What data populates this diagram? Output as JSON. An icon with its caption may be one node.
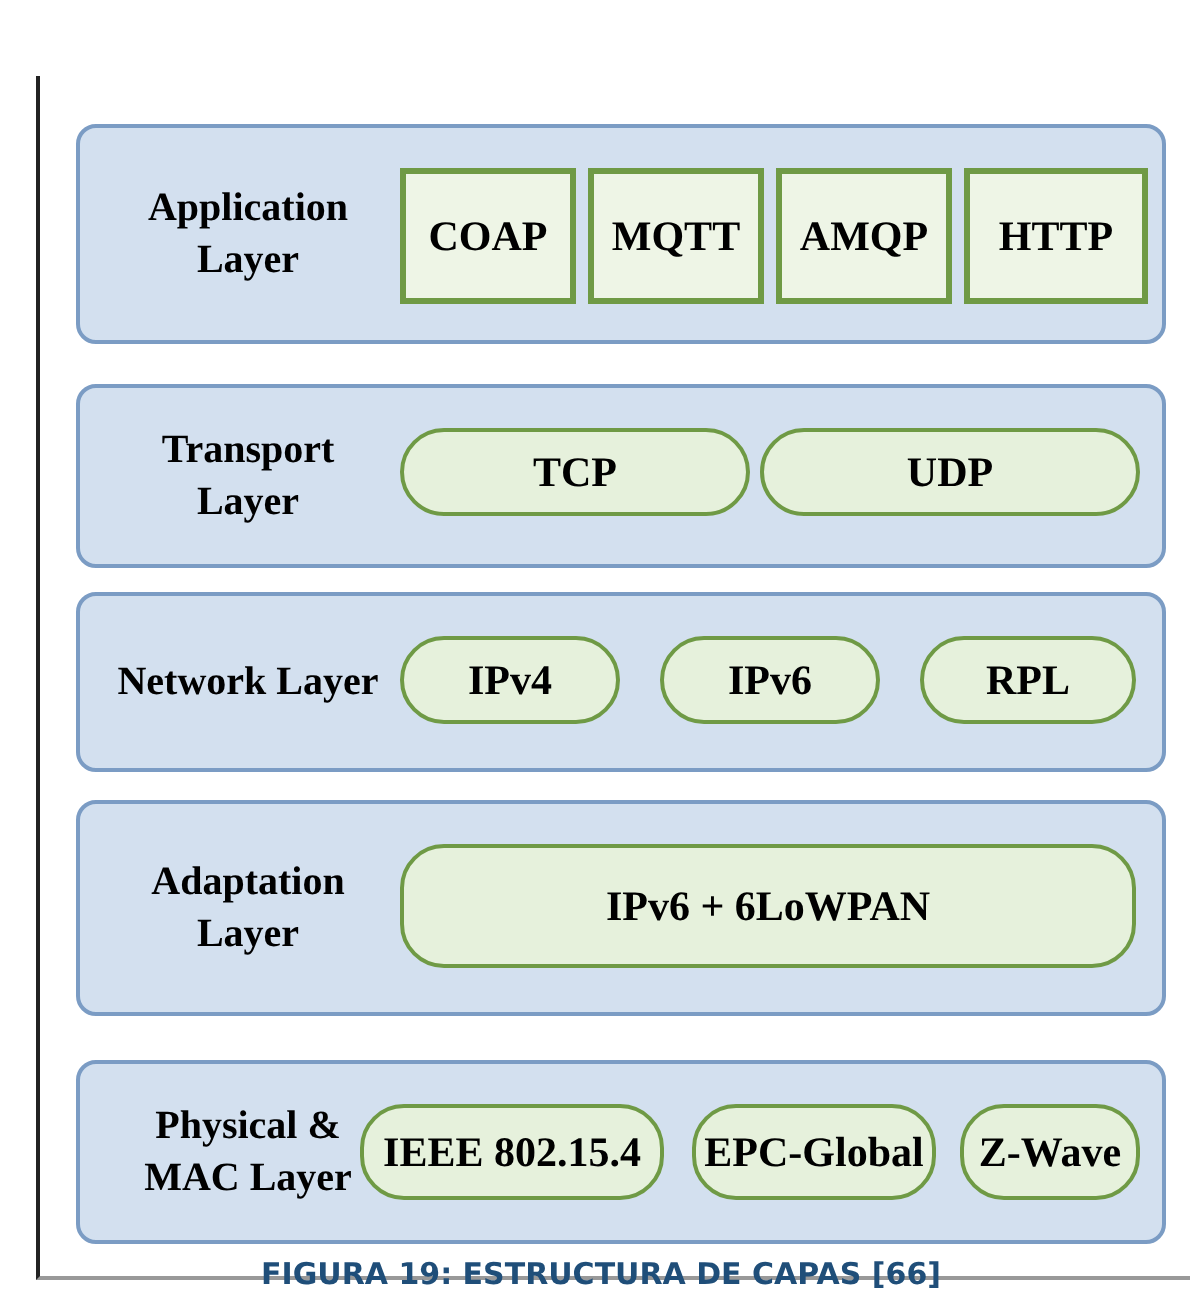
{
  "diagram": {
    "caption": "FIGURA 19: ESTRUCTURA DE CAPAS [66]",
    "nodes": [
      {
        "text": [
          "Application Layer"
        ]
      },
      {
        "text": [
          "COAP"
        ],
        "in": 0
      },
      {
        "text": [
          "MQTT"
        ],
        "in": 0
      },
      {
        "text": [
          "AMQP"
        ],
        "in": 0
      },
      {
        "text": [
          "HTTP"
        ],
        "in": 0
      },
      {
        "text": [
          "Transport Layer"
        ]
      },
      {
        "text": [
          "TCP"
        ],
        "in": 5
      },
      {
        "text": [
          "UDP"
        ],
        "in": 5
      },
      {
        "text": [
          "Network Layer"
        ]
      },
      {
        "text": [
          "IPv4"
        ],
        "in": 8
      },
      {
        "text": [
          "IPv6"
        ],
        "in": 8
      },
      {
        "text": [
          "RPL"
        ],
        "in": 8
      },
      {
        "text": [
          "Adaptation Layer"
        ]
      },
      {
        "text": [
          "IPv6 + 6LoWPAN"
        ],
        "in": 12
      },
      {
        "text": [
          "Physical & MAC Layer"
        ]
      },
      {
        "text": [
          "IEEE 802.15.4"
        ],
        "in": 14
      },
      {
        "text": [
          "EPC-Global"
        ],
        "in": 14
      },
      {
        "text": [
          "Z-Wave"
        ],
        "in": 14
      }
    ],
    "edges": []
  }
}
